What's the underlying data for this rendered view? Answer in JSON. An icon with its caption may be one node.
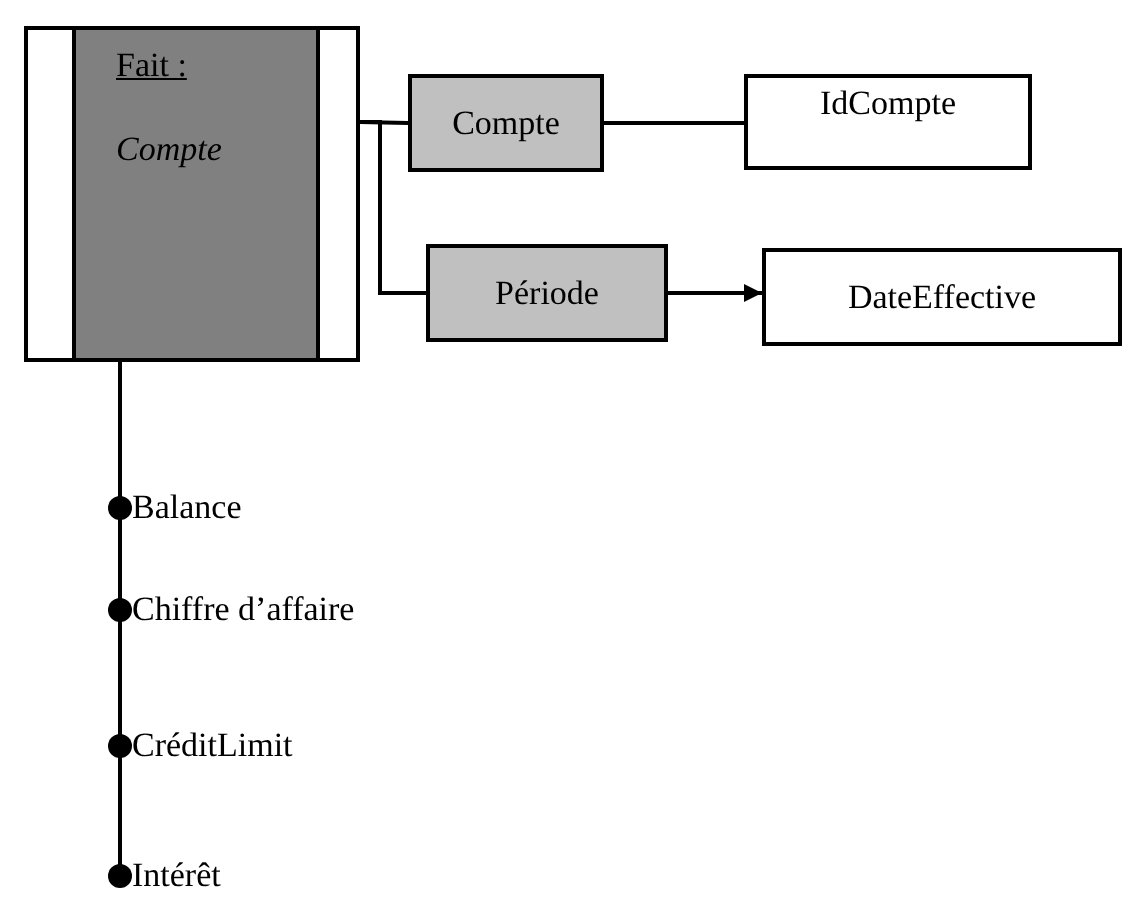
{
  "diagram": {
    "nodes": [
      {
        "text": [
          "Fait :",
          "Compte"
        ]
      },
      {
        "text": [
          "Compte"
        ]
      },
      {
        "text": [
          "IdCompte"
        ]
      },
      {
        "text": [
          "Période"
        ]
      },
      {
        "text": [
          "DateEffective"
        ]
      },
      {
        "text": [
          "Balance"
        ]
      },
      {
        "text": [
          "Chiffre d’affaire"
        ]
      },
      {
        "text": [
          "CréditLimit"
        ]
      },
      {
        "text": [
          "Intérêt"
        ]
      }
    ],
    "edges": [
      {
        "from": 0,
        "to": 1,
        "arrow": "none"
      },
      {
        "from": 1,
        "to": 2,
        "arrow": "none"
      },
      {
        "from": 0,
        "to": 3,
        "arrow": "none"
      },
      {
        "from": 3,
        "to": 4,
        "arrow": "to"
      },
      {
        "from": 0,
        "to": 5,
        "arrow": "other"
      },
      {
        "from": 0,
        "to": 6,
        "arrow": "other"
      },
      {
        "from": 0,
        "to": 7,
        "arrow": "other"
      },
      {
        "from": 0,
        "to": 8,
        "arrow": "other"
      }
    ]
  }
}
